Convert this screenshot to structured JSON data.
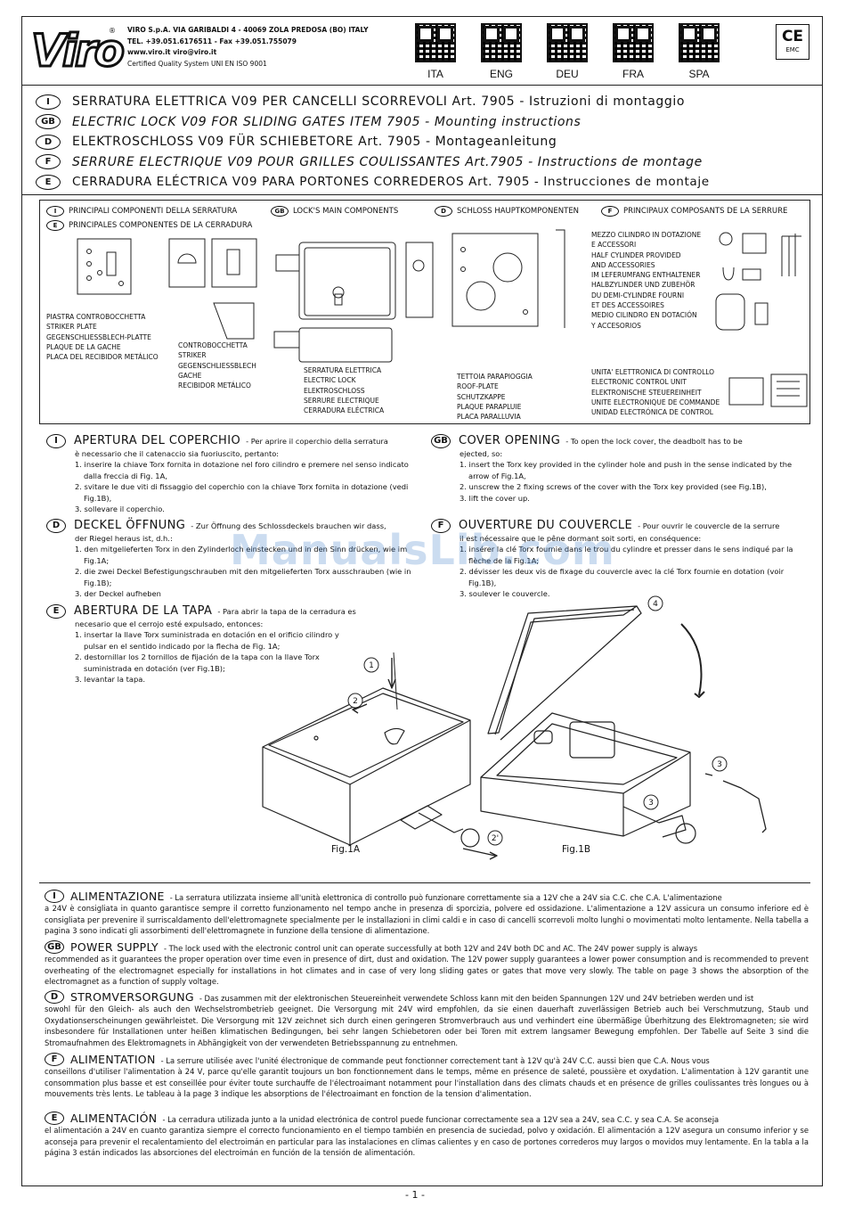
{
  "header": {
    "logo": "Viro",
    "logo_reg": "®",
    "company_lines": [
      "VIRO S.p.A. VIA GARIBALDI 4 - 40069 ZOLA PREDOSA (BO) ITALY",
      "TEL. +39.051.6176511 - Fax +39.051.755079",
      "www.viro.it   viro@viro.it",
      "Certified Quality System UNI EN ISO 9001"
    ],
    "qr_codes": [
      "ITA",
      "ENG",
      "DEU",
      "FRA",
      "SPA"
    ],
    "ce_mark": "CE",
    "ce_sub": "EMC"
  },
  "titles": [
    {
      "badge": "I",
      "text": "SERRATURA ELETTRICA V09 PER CANCELLI SCORREVOLI Art. 7905 - Istruzioni di montaggio"
    },
    {
      "badge": "GB",
      "text": "ELECTRIC LOCK V09 FOR SLIDING GATES ITEM 7905 - Mounting instructions"
    },
    {
      "badge": "D",
      "text": "ELEKTROSCHLOSS V09 FÜR SCHIEBETORE Art. 7905 - Montageanleitung"
    },
    {
      "badge": "F",
      "text": "SERRURE ELECTRIQUE V09 POUR GRILLES COULISSANTES Art.7905 - Instructions de montage"
    },
    {
      "badge": "E",
      "text": "CERRADURA ELÉCTRICA V09 PARA PORTONES CORREDEROS Art. 7905 - Instrucciones de montaje"
    }
  ],
  "components": {
    "headings": [
      {
        "badge": "I",
        "text": "PRINCIPALI COMPONENTI DELLA SERRATURA"
      },
      {
        "badge": "GB",
        "text": "LOCK'S MAIN COMPONENTS"
      },
      {
        "badge": "D",
        "text": "SCHLOSS HAUPTKOMPONENTEN"
      },
      {
        "badge": "F",
        "text": "PRINCIPAUX COMPOSANTS DE LA SERRURE"
      },
      {
        "badge": "E",
        "text": "PRINCIPALES COMPONENTES DE LA CERRADURA"
      }
    ],
    "striker_plate": "PIASTRA CONTROBOCCHETTA\nSTRIKER PLATE\nGEGENSCHLIESSBLECH-PLATTE\nPLAQUE DE LA GACHE\nPLACA DEL RECIBIDOR METÁLICO",
    "striker": "CONTROBOCCHETTA\nSTRIKER\nGEGENSCHLIESSBLECH\nGACHE\nRECIBIDOR METÁLICO",
    "lock": "SERRATURA ELETTRICA\nELECTRIC LOCK\nELEKTROSCHLOSS\nSERRURE ELECTRIQUE\nCERRADURA ELÉCTRICA",
    "roof": "TETTOIA PARAPIOGGIA\nROOF-PLATE\nSCHUTZKAPPE\nPLAQUE PARAPLUIE\nPLACA PARALLUVIA",
    "cylinder": "MEZZO CILINDRO IN DOTAZIONE\nE ACCESSORI\nHALF CYLINDER PROVIDED\nAND ACCESSORIES\nIM LEFERUMFANG ENTHALTENER\nHALBZYLINDER UND ZUBEHÖR\nDU DEMI-CYLINDRE FOURNI\nET DES ACCESSOIRES\nMEDIO CILINDRO EN DOTACIÓN\nY ACCESORIOS",
    "control_unit": "UNITA' ELETTRONICA DI CONTROLLO\nELECTRONIC CONTROL UNIT\nELEKTRONISCHE STEUEREINHEIT\nUNITE ELECTRONIQUE DE COMMANDE\nUNIDAD ELECTRÓNICA DE CONTROL"
  },
  "opening": {
    "it": {
      "badge": "I",
      "title": "APERTURA DEL COPERCHIO",
      "intro": "- Per aprire il coperchio della serratura",
      "body": [
        "è necessario che il catenaccio sia fuoriuscito, pertanto:",
        "1. inserire la chiave Torx fornita in dotazione nel foro cilindro e premere nel senso indicato dalla freccia di Fig. 1A,",
        "2. svitare le due viti di fissaggio del coperchio con la chiave Torx fornita in dotazione (vedi Fig.1B),",
        "3. sollevare il coperchio."
      ]
    },
    "gb": {
      "badge": "GB",
      "title": "COVER OPENING",
      "intro": "- To open the lock cover, the deadbolt has to be",
      "body": [
        "ejected, so:",
        "1. insert the Torx key provided in the cylinder hole and push in the sense indicated by the arrow of Fig.1A,",
        "2. unscrew the 2 fixing screws of the cover with the Torx key provided (see Fig.1B),",
        "3. lift the cover up."
      ]
    },
    "de": {
      "badge": "D",
      "title": "DECKEL ÖFFNUNG",
      "intro": "- Zur Öffnung des Schlossdeckels brauchen wir dass,",
      "body": [
        "der Riegel heraus ist, d.h.:",
        "1. den mitgelieferten Torx in den Zylinderloch einstecken und in den Sinn drücken, wie im Fig.1A;",
        "2. die zwei Deckel Befestigungschrauben mit den mitgelieferten Torx ausschrauben (wie in Fig.1B);",
        "3. der Deckel aufheben"
      ]
    },
    "fr": {
      "badge": "F",
      "title": "OUVERTURE DU COUVERCLE",
      "intro": "- Pour ouvrir le couvercle de la serrure",
      "body": [
        "il est nécessaire que le pêne dormant soit sorti, en conséquence:",
        "1. insérer la clé Torx fournie dans le trou du cylindre et presser dans le sens indiqué par la flèche de la Fig.1A;",
        "2. dévisser les deux vis de fixage du couvercle avec la clé Torx fournie en dotation (voir Fig.1B),",
        "3. soulever le couvercle."
      ]
    },
    "es": {
      "badge": "E",
      "title": "ABERTURA DE LA TAPA",
      "intro": "- Para abrir la tapa de la cerradura es",
      "body": [
        "necesario que el cerrojo esté expulsado, entonces:",
        "1. insertar la llave Torx suministrada en dotación en el orificio cilindro y pulsar en el sentido indicado por la flecha de Fig. 1A;",
        "2. destornillar los 2 tornillos de fijación de la tapa con la llave Torx suministrada en dotación (ver Fig.1B);",
        "3. levantar la tapa."
      ]
    }
  },
  "figures": {
    "fig1a": "Fig.1A",
    "fig1b": "Fig.1B",
    "callouts_a": [
      "1",
      "2",
      "2'"
    ],
    "callouts_b": [
      "4",
      "3",
      "3"
    ]
  },
  "watermark": "ManualsLib.com",
  "power": [
    {
      "badge": "I",
      "title": "ALIMENTAZIONE",
      "first": "- La serratura utilizzata insieme all'unità elettronica di controllo può funzionare correttamente sia a 12V che a 24V sia C.C. che C.A. L'alimentazione",
      "text": "a 24V è consigliata in quanto garantisce sempre il corretto funzionamento nel tempo anche in presenza di sporcizia, polvere ed ossidazione. L'alimentazione a 12V assicura un consumo inferiore ed è consigliata per prevenire il surriscaldamento dell'elettromagnete specialmente per le installazioni in climi caldi e in caso di cancelli scorrevoli molto lunghi o movimentati molto lentamente. Nella tabella a pagina 3 sono indicati gli assorbimenti dell'elettromagnete in funzione della tensione di alimentazione."
    },
    {
      "badge": "GB",
      "title": "POWER SUPPLY",
      "first": "- The lock used with the electronic control unit can operate successfully at both 12V and 24V both DC and AC. The 24V power supply is always",
      "text": "recommended as it guarantees the proper operation over time even in presence of dirt, dust and oxidation. The 12V power supply guarantees a lower power consumption and is recommended to prevent overheating of the electromagnet especially for installations in hot climates and in case of very long sliding gates or gates that move very slowly. The table on page 3 shows the absorption of the electromagnet as a function of supply voltage."
    },
    {
      "badge": "D",
      "title": "STROMVERSORGUNG",
      "first": "- Das zusammen mit der elektronischen Steuereinheit verwendete Schloss kann mit den beiden Spannungen 12V und 24V betrieben werden und ist",
      "text": "sowohl für den Gleich- als auch den Wechselstrombetrieb geeignet. Die Versorgung mit 24V wird empfohlen, da sie einen dauerhaft zuverlässigen Betrieb auch bei Verschmutzung, Staub und Oxydationserscheinungen gewährleistet. Die Versorgung mit 12V zeichnet sich durch einen geringeren Stromverbrauch aus und verhindert eine übermäßige Überhitzung des Elektromagneten; sie wird insbesondere für Installationen unter heißen klimatischen Bedingungen, bei sehr langen Schiebetoren oder bei Toren mit extrem langsamer Bewegung empfohlen. Der Tabelle auf Seite 3 sind die Stromaufnahmen des Elektromagnets in Abhängigkeit von der verwendeten Betriebsspannung zu entnehmen."
    },
    {
      "badge": "F",
      "title": "ALIMENTATION",
      "first": "- La serrure utilisée avec l'unité électronique de commande peut fonctionner correctement tant à 12V qu'à 24V C.C. aussi bien que C.A. Nous vous",
      "text": "conseillons d'utiliser l'alimentation à 24 V, parce qu'elle garantit toujours un bon fonctionnement dans le temps, même en présence de saleté, poussière et oxydation. L'alimentation à 12V garantit une consommation plus basse et est conseillée pour éviter toute surchauffe de l'électroaimant notamment pour l'installation dans des climats chauds et en présence de grilles coulissantes très longues ou à mouvements très lents. Le tableau à la page 3 indique les absorptions de l'électroaimant en fonction de la tension d'alimentation."
    },
    {
      "badge": "E",
      "title": "ALIMENTACIÓN",
      "first": "- La cerradura utilizada junto a la unidad electrónica de control puede funcionar correctamente sea a 12V sea a 24V, sea C.C. y sea C.A. Se aconseja",
      "text": "el alimentación a 24V en cuanto garantiza siempre el correcto funcionamiento en el tiempo también en presencia de suciedad, polvo y oxidación. El alimentación a 12V asegura un consumo inferior y se aconseja para prevenir el recalentamiento del electroimán en particular para las instalaciones en climas calientes y en caso de portones correderos muy largos o movidos muy lentamente. En la tabla a la página 3 están indicados las absorciones del electroimán en función de la tensión de alimentación."
    }
  ],
  "page_number": "- 1 -"
}
